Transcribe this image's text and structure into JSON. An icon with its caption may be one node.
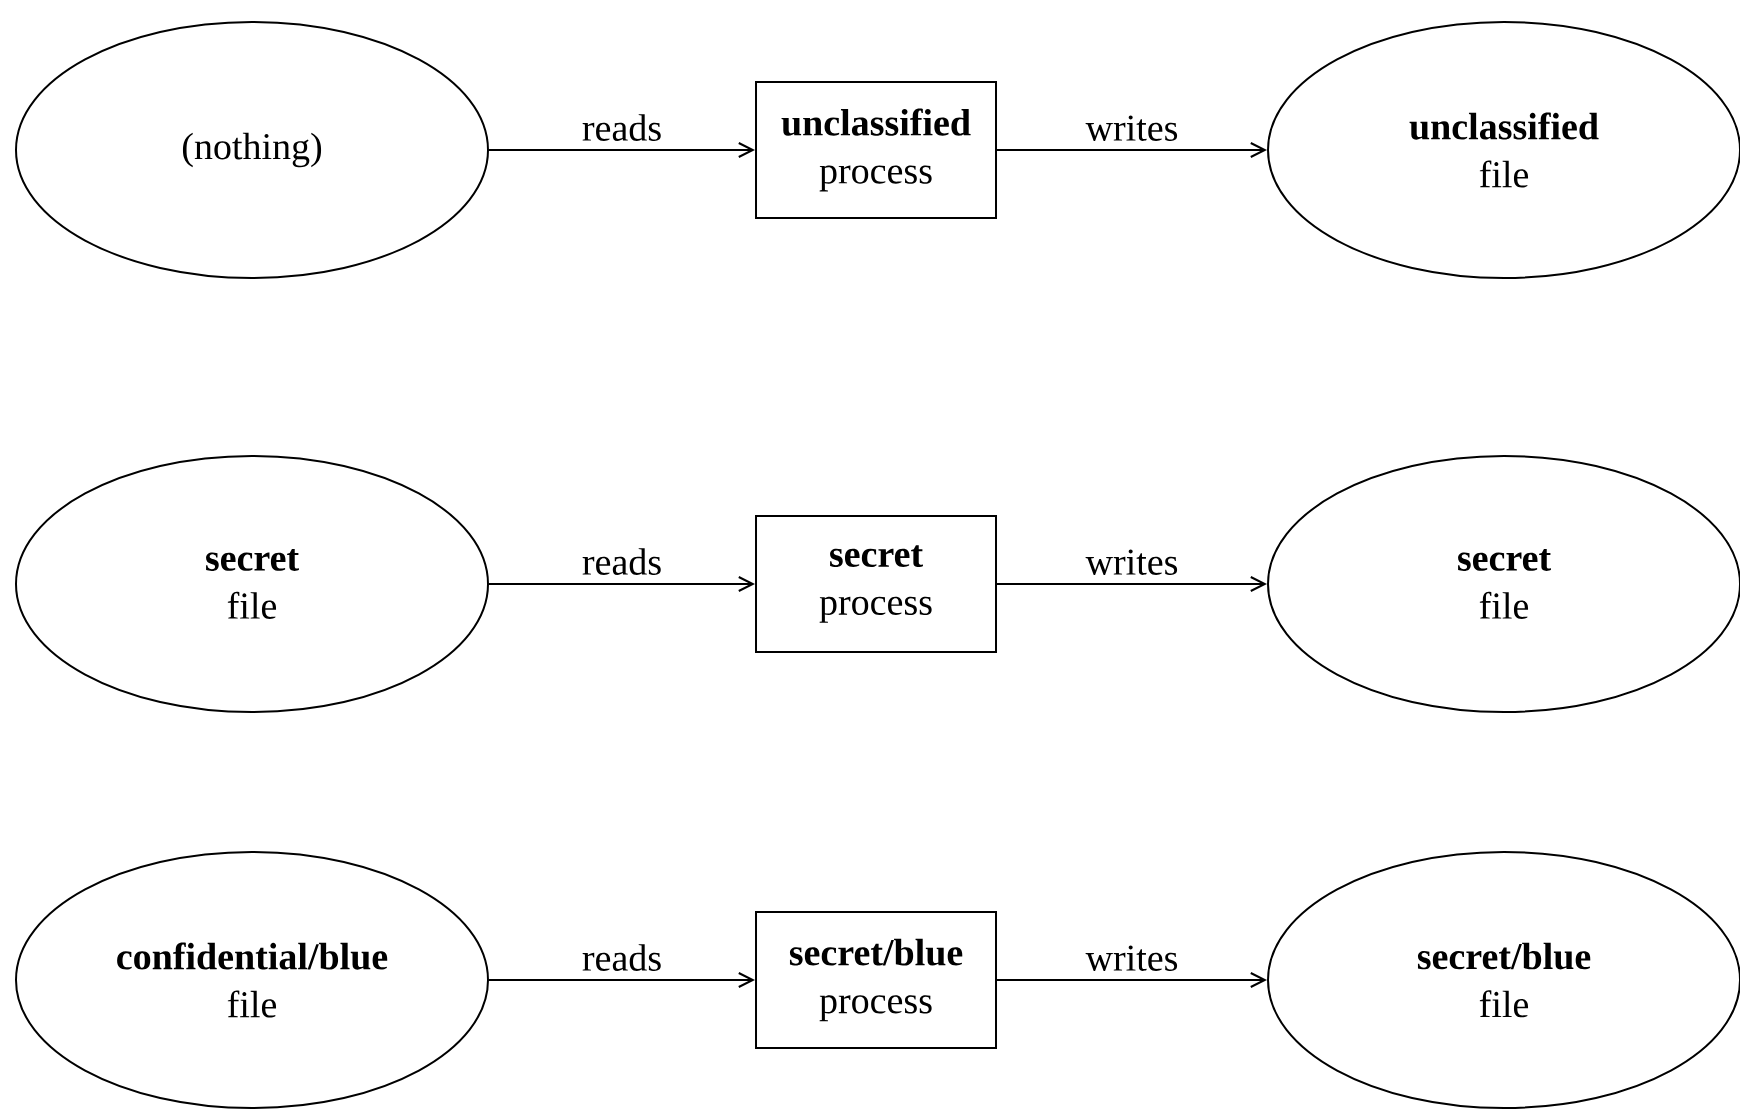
{
  "diagram": {
    "nodes": [
      {
        "text": [
          "(nothing)"
        ]
      },
      {
        "text": [
          "unclassified",
          "process"
        ]
      },
      {
        "text": [
          "unclassified",
          "file"
        ]
      },
      {
        "text": [
          "secret",
          "file"
        ]
      },
      {
        "text": [
          "secret",
          "process"
        ]
      },
      {
        "text": [
          "secret",
          "file"
        ]
      },
      {
        "text": [
          "confidential/blue",
          "file"
        ]
      },
      {
        "text": [
          "secret/blue",
          "process"
        ]
      },
      {
        "text": [
          "secret/blue",
          "file"
        ]
      }
    ],
    "edges": [
      {
        "from": 0,
        "to": 1,
        "arrow": "to",
        "label": "reads"
      },
      {
        "from": 1,
        "to": 2,
        "arrow": "to",
        "label": "writes"
      },
      {
        "from": 3,
        "to": 4,
        "arrow": "to",
        "label": "reads"
      },
      {
        "from": 4,
        "to": 5,
        "arrow": "to",
        "label": "writes"
      },
      {
        "from": 6,
        "to": 7,
        "arrow": "to",
        "label": "reads"
      },
      {
        "from": 7,
        "to": 8,
        "arrow": "to",
        "label": "writes"
      }
    ]
  }
}
